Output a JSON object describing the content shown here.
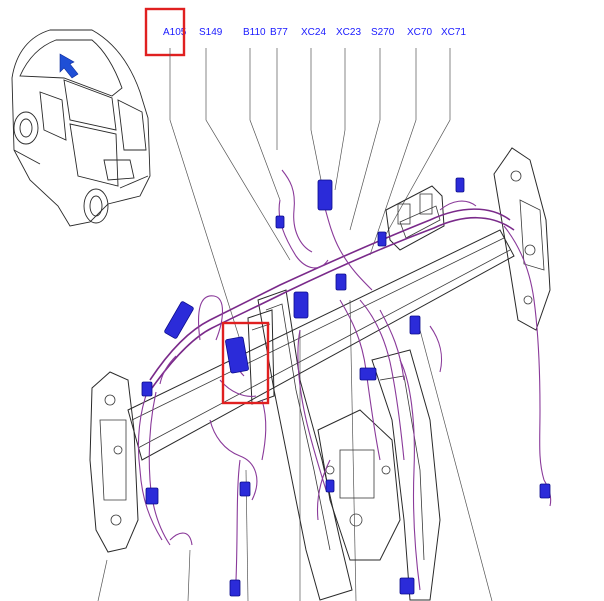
{
  "diagram": {
    "connector_labels": [
      {
        "id": "A105",
        "text": "A105",
        "highlighted": true
      },
      {
        "id": "S149",
        "text": "S149",
        "highlighted": false
      },
      {
        "id": "B110",
        "text": "B110",
        "highlighted": false
      },
      {
        "id": "B77",
        "text": "B77",
        "highlighted": false
      },
      {
        "id": "XC24",
        "text": "XC24",
        "highlighted": false
      },
      {
        "id": "XC23",
        "text": "XC23",
        "highlighted": false
      },
      {
        "id": "S270",
        "text": "S270",
        "highlighted": false
      },
      {
        "id": "XC70",
        "text": "XC70",
        "highlighted": false
      },
      {
        "id": "XC71",
        "text": "XC71",
        "highlighted": false
      }
    ],
    "colors": {
      "label": "#1a1aff",
      "highlight": "#e02020",
      "harness": "#7a2a8a",
      "connector": "#2b2bd9",
      "structure": "#2a2a2a",
      "arrow": "#1f4fd6"
    },
    "icons": {
      "vehicle": "vehicle-orientation-icon",
      "arrow": "location-arrow-icon"
    }
  }
}
